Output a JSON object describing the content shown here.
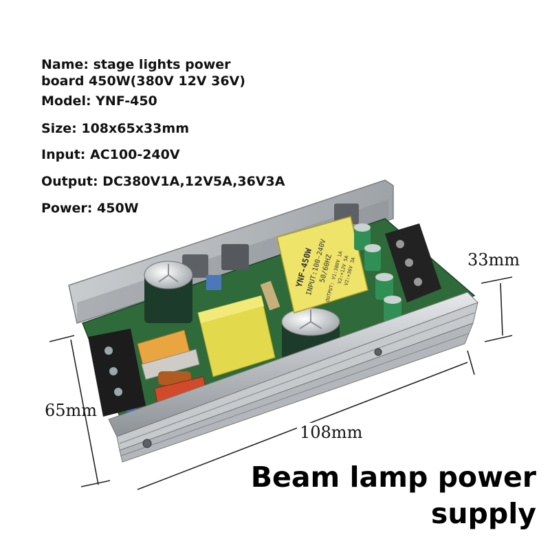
{
  "specs": {
    "name_line1": "Name: stage lights power",
    "name_line2": "board 450W(380V 12V 36V)",
    "model": "Model: YNF-450",
    "size": "Size: 108x65x33mm",
    "input": "Input: AC100-240V",
    "output": "Output: DC380V1A,12V5A,36V3A",
    "power": "Power: 450W"
  },
  "dimensions": {
    "height": "33mm",
    "depth": "65mm",
    "length": "108mm"
  },
  "transformer_label": {
    "line1": "YNF-450W",
    "line2": "INPUT:100-240V",
    "line3": "50/60HZ",
    "line4": "OUTPUT: V1:380V 1A",
    "line5": "V2:+12V 5A",
    "line6": "V2:+36V 3A"
  },
  "headline": {
    "line1": "Beam lamp power",
    "line2": "supply"
  }
}
